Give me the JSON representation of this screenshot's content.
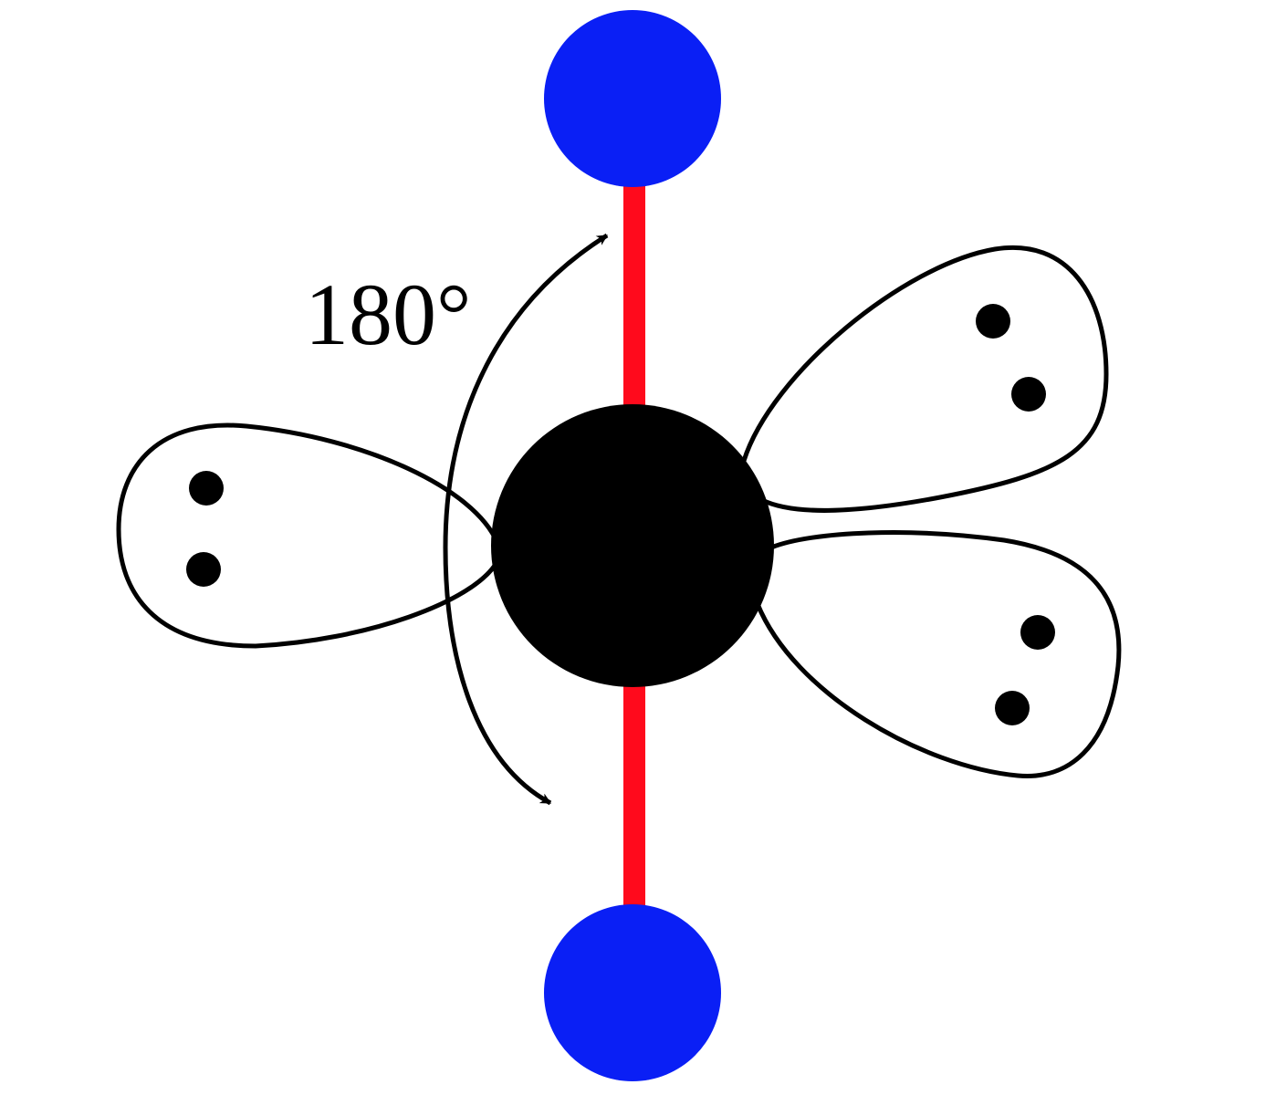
{
  "diagram": {
    "angle_label": "180°",
    "colors": {
      "outer_atom": "#0a1ff5",
      "bond": "#ff0a1c",
      "central_atom": "#000000",
      "outline": "#000000",
      "background": "#ffffff"
    },
    "parts": {
      "central_atom": "central-atom",
      "outer_atoms": [
        "outer-atom-top",
        "outer-atom-bottom"
      ],
      "bonds": [
        "bond-top",
        "bond-bottom"
      ],
      "lone_pairs": [
        "lone-pair-left",
        "lone-pair-upper-right",
        "lone-pair-lower-right"
      ],
      "angle_arrow": "bond-angle-arrow"
    }
  }
}
